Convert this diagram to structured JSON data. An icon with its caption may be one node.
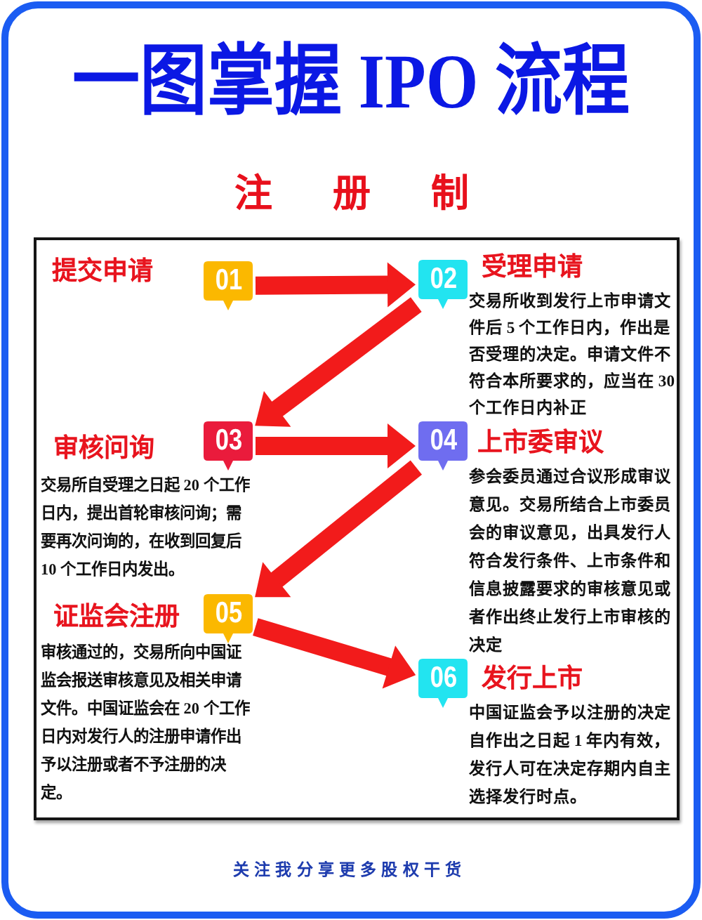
{
  "diagram": {
    "title": "一图掌握 IPO 流程",
    "nodes": [
      {
        "text": [
          "提交申请",
          "01"
        ]
      },
      {
        "text": [
          "02",
          "受理申请"
        ],
        "beside": [
          "交易所收到发行上市申请文件后 5 个工作日内，作出是否受理的决定。申请文件不符合本所要求的，应当在 30 个工作日内补正"
        ]
      },
      {
        "text": [
          "审核问询",
          "03"
        ],
        "beside": [
          "交易所自受理之日起 20 个工作日内，提出首轮审核问询；需要再次问询的，在收到回复后 10 个工作日内发出。"
        ]
      },
      {
        "text": [
          "04",
          "上市委审议"
        ],
        "beside": [
          "参会委员通过合议形成审议意见。交易所结合上市委员会的审议意见，出具发行人符合发行条件、上市条件和信息披露要求的审核意见或者作出终止发行上市审核的决定"
        ]
      },
      {
        "text": [
          "证监会注册",
          "05"
        ],
        "beside": [
          "审核通过的，交易所向中国证监会报送审核意见及相关申请文件。中国证监会在 20 个工作日内对发行人的注册申请作出予以注册或者不予注册的决定。"
        ]
      },
      {
        "text": [
          "06",
          "发行上市"
        ],
        "beside": [
          "中国证监会予以注册的决定自作出之日起 1 年内有效，发行人可在决定存期内自主选择发行时点。"
        ]
      }
    ],
    "edges": [
      {
        "from": 0,
        "to": 1,
        "arrow": "to"
      },
      {
        "from": 1,
        "to": 2,
        "arrow": "to"
      },
      {
        "from": 2,
        "to": 3,
        "arrow": "to"
      },
      {
        "from": 3,
        "to": 4,
        "arrow": "to"
      },
      {
        "from": 4,
        "to": 5,
        "arrow": "to"
      }
    ],
    "labels": [
      "注册制",
      "关注我分享更多股权干货"
    ]
  }
}
